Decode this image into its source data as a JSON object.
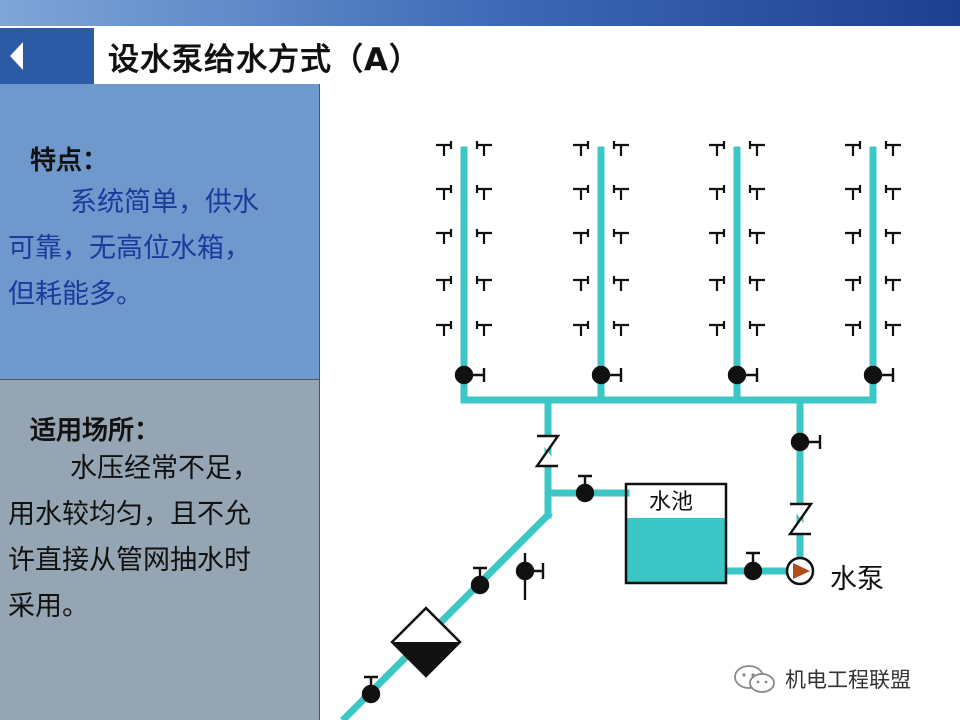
{
  "title": "设水泵给水方式（A）",
  "features": {
    "heading": "特点：",
    "lines": [
      "系统简单，供水",
      "可靠，无高位水箱，",
      "但耗能多。"
    ]
  },
  "usage": {
    "heading": "适用场所：",
    "lines": [
      "水压经常不足，",
      "用水较均匀，且不允",
      "许直接从管网抽水时",
      "采用。"
    ]
  },
  "diagram": {
    "tank_label": "水池",
    "pump_label": "水泵",
    "pipe_color": "#3cc6c6",
    "water_color": "#3cc6c6"
  },
  "watermark": "机电工程联盟",
  "colors": {
    "feature_text": "#1b3b9c",
    "panel_top": "#6f98cc",
    "panel_bottom": "#96a5b3"
  }
}
